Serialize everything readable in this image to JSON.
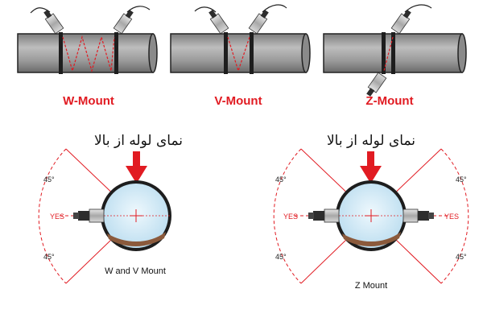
{
  "colors": {
    "accent_red": "#e11b22",
    "pipe_gray": "#9e9e9e",
    "pipe_dark": "#6d6d6d",
    "water_light": "#cfe9f6",
    "sensor_dark": "#2d2d2d",
    "sensor_silver": "#c9c9c9"
  },
  "top_mounts": [
    {
      "label": "W-Mount"
    },
    {
      "label": "V-Mount"
    },
    {
      "label": "Z-Mount"
    }
  ],
  "bottom_views": [
    {
      "arrow_label": "نمای لوله از بالا",
      "caption": "W and V Mount",
      "angle_upper": "45°",
      "angle_lower": "45°",
      "yes_label": "YES"
    },
    {
      "arrow_label": "نمای لوله از بالا",
      "caption": "Z Mount",
      "angle_upper_left": "45°",
      "angle_lower_left": "45°",
      "angle_upper_right": "45°",
      "angle_lower_right": "45°",
      "yes_left": "YES",
      "yes_right": "YES"
    }
  ],
  "icons": {
    "transducer": "ultrasonic-transducer-icon",
    "arrow": "down-arrow-icon",
    "pipe_section": "pipe-cross-section-icon"
  }
}
